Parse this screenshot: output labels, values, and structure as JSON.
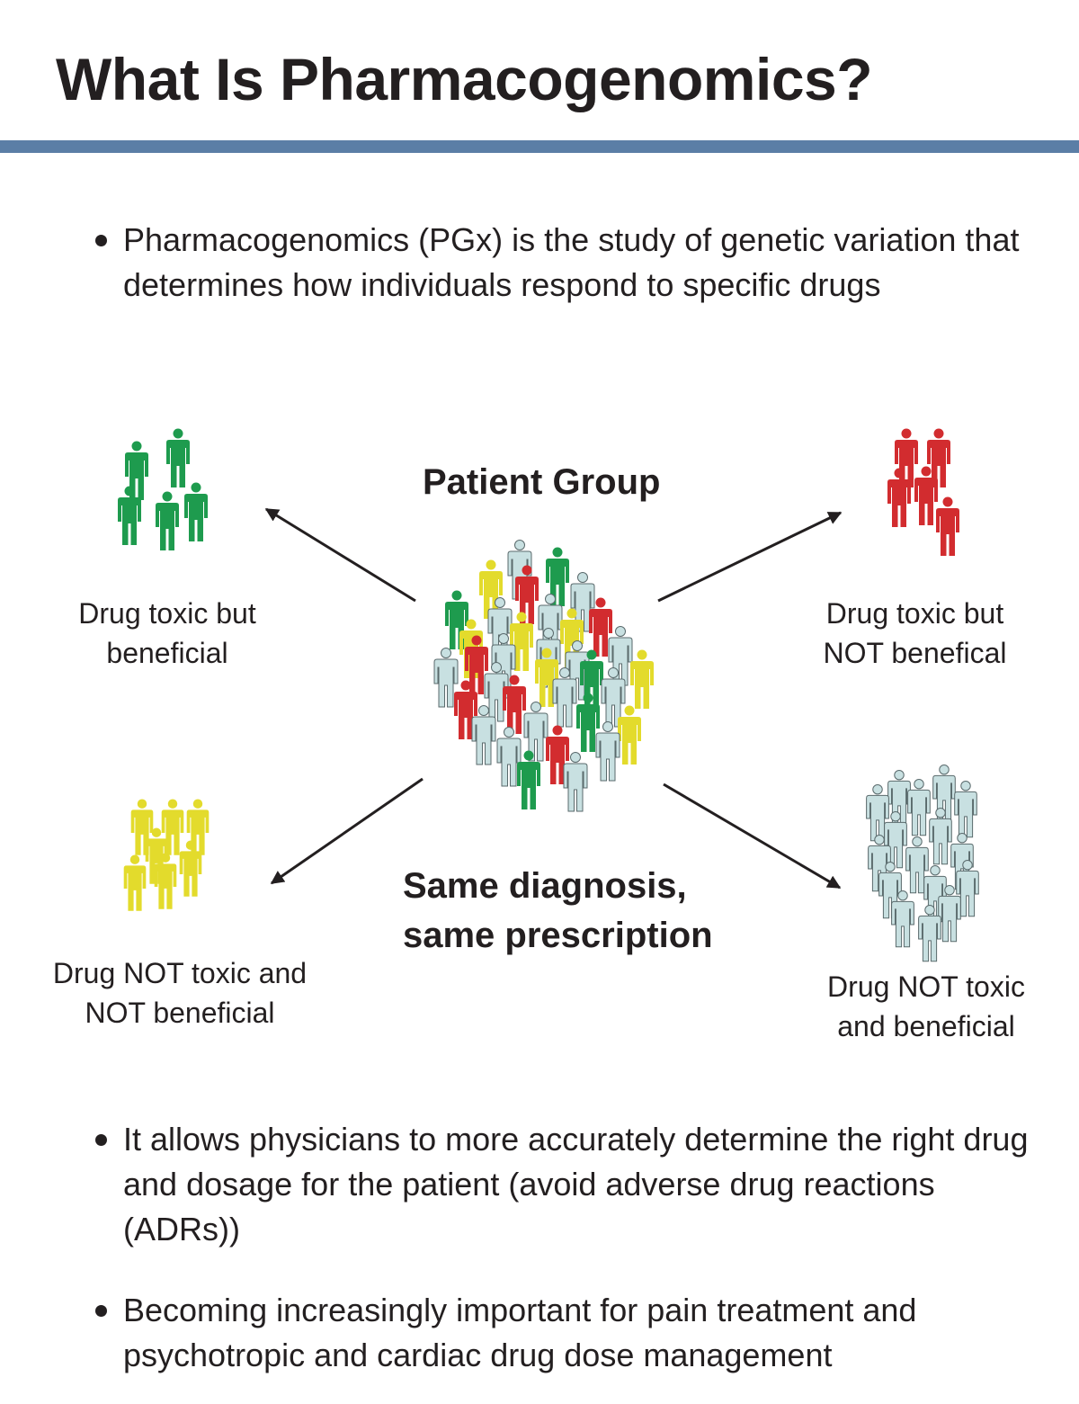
{
  "title": "What Is Pharmacogenomics?",
  "colors": {
    "rule": "#5b7ea6",
    "green": "#1e9b4e",
    "red": "#d22c2f",
    "yellow": "#e3db2c",
    "light_blue": "#c8e0e1",
    "outline": "#5a6a6c",
    "text": "#231f20"
  },
  "bullets": [
    "Pharmacogenomics (PGx) is the study of genetic variation that determines how individuals respond to specific drugs",
    "It allows physicians to more accurately determine the right drug and dosage for the patient (avoid adverse drug reactions (ADRs))",
    "Becoming increasingly important for pain treatment and psychotropic and cardiac drug dose management"
  ],
  "diagram": {
    "center_heading": "Patient Group",
    "center_subheading": [
      "Same diagnosis,",
      "same prescription"
    ],
    "groups": [
      {
        "label": [
          "Drug toxic but",
          "beneficial"
        ],
        "color": "green",
        "icon": "people-group-icon"
      },
      {
        "label": [
          "Drug toxic but",
          "NOT benefical"
        ],
        "color": "red",
        "icon": "people-group-icon"
      },
      {
        "label": [
          "Drug NOT toxic and",
          "NOT beneficial"
        ],
        "color": "yellow",
        "icon": "people-group-icon"
      },
      {
        "label": [
          "Drug NOT toxic",
          "and beneficial"
        ],
        "color": "light_blue",
        "icon": "people-group-icon"
      }
    ],
    "arrows": [
      "arrow-up-left-icon",
      "arrow-up-right-icon",
      "arrow-down-left-icon",
      "arrow-down-right-icon"
    ]
  }
}
